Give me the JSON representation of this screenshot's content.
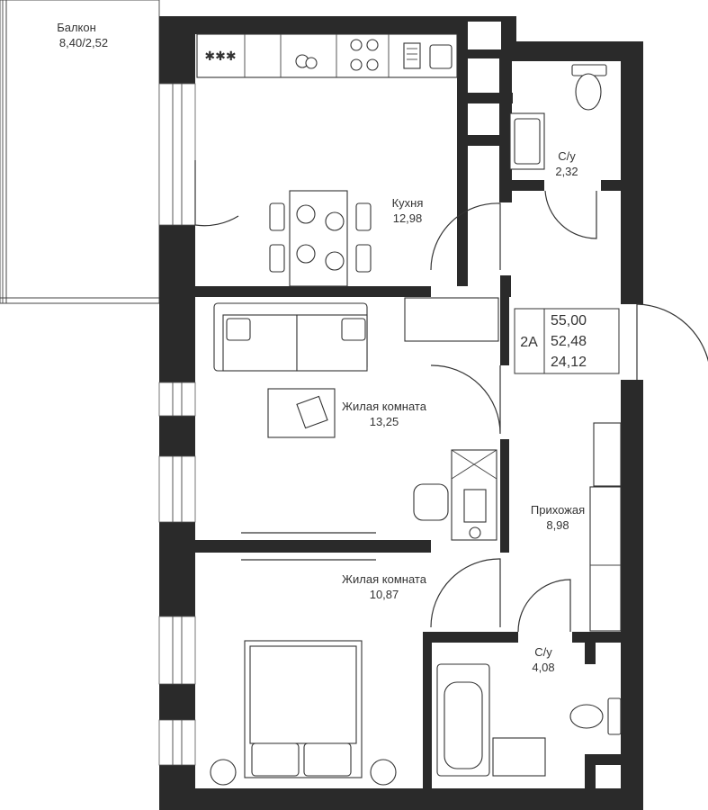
{
  "rooms": {
    "balcony": {
      "name": "Балкон",
      "area": "8,40/2,52"
    },
    "kitchen": {
      "name": "Кухня",
      "area": "12,98"
    },
    "wc1": {
      "name": "С/у",
      "area": "2,32"
    },
    "living1": {
      "name": "Жилая комната",
      "area": "13,25"
    },
    "hall": {
      "name": "Прихожая",
      "area": "8,98"
    },
    "living2": {
      "name": "Жилая комната",
      "area": "10,87"
    },
    "wc2": {
      "name": "С/у",
      "area": "4,08"
    }
  },
  "info": {
    "type": "2A",
    "total_area": "55,00",
    "living_area": "52,48",
    "rooms_area": "24,12"
  },
  "colors": {
    "wall": "#2a2a2a",
    "line": "#333333",
    "background": "#ffffff"
  }
}
